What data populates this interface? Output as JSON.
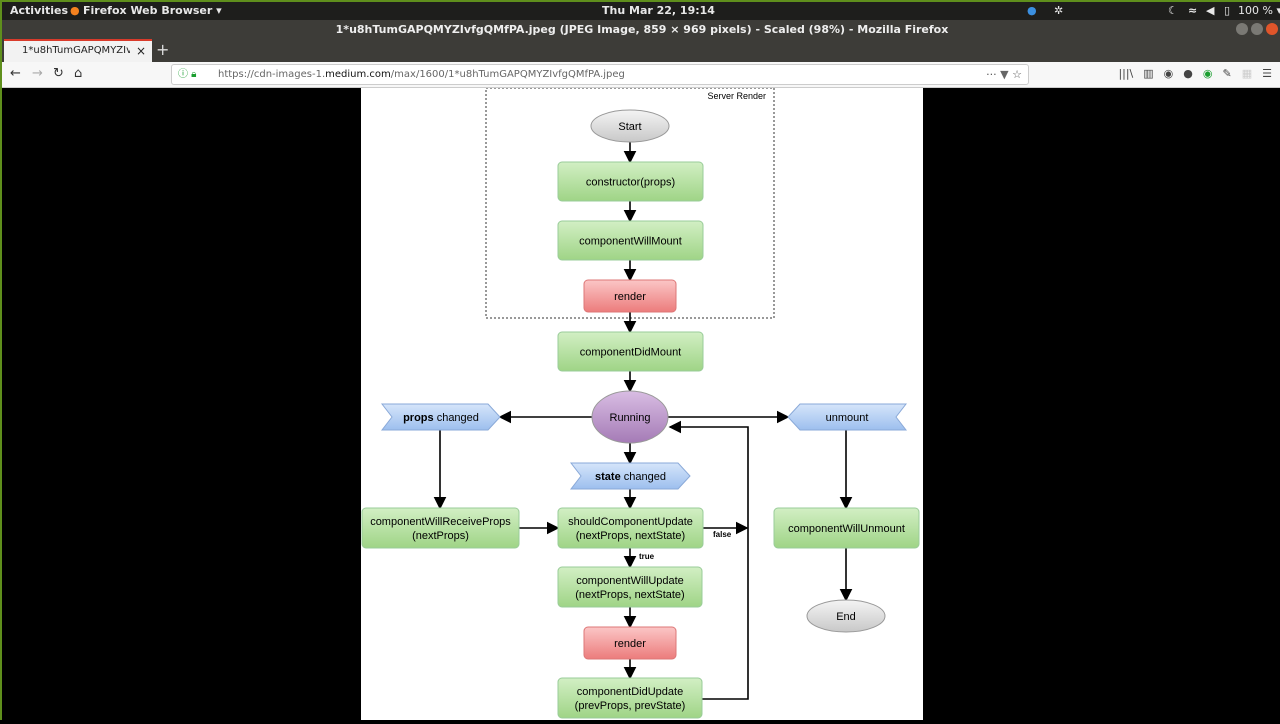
{
  "system_bar": {
    "activities": "Activities",
    "app_menu": "Firefox Web Browser ▾",
    "clock": "Thu Mar 22, 19:14",
    "battery": "100 % ▾"
  },
  "window": {
    "title": "1*u8hTumGAPQMYZIvfgQMfPA.jpeg (JPEG Image, 859 × 969 pixels) - Scaled (98%) - Mozilla Firefox"
  },
  "tab": {
    "label": "1*u8hTumGAPQMYZIvfgQMfPA.jpeg",
    "close": "×",
    "new_tab": "+"
  },
  "nav": {
    "back": "←",
    "forward": "→",
    "reload": "↻",
    "home": "⌂",
    "url_prefix": "https://cdn-images-1.",
    "url_domain": "medium.com",
    "url_path": "/max/1600/1*u8hTumGAPQMYZIvfgQMfPA.jpeg",
    "more": "···",
    "bookmark": "☆",
    "menu": "☰"
  },
  "diagram": {
    "group_label": "Server Render",
    "colors": {
      "green": "#a7d98c",
      "red": "#f08a8a",
      "blue": "#a9c7ef",
      "purple": "#b58cc4",
      "gray": "#dcdcdc"
    },
    "nodes": [
      {
        "id": "start",
        "label": "Start",
        "shape": "ellipse",
        "color": "gray"
      },
      {
        "id": "constructor",
        "label": "constructor(props)",
        "shape": "rect",
        "color": "green"
      },
      {
        "id": "cwm",
        "label": "componentWillMount",
        "shape": "rect",
        "color": "green"
      },
      {
        "id": "render1",
        "label": "render",
        "shape": "rect",
        "color": "red"
      },
      {
        "id": "cdm",
        "label": "componentDidMount",
        "shape": "rect",
        "color": "green"
      },
      {
        "id": "running",
        "label": "Running",
        "shape": "ellipse",
        "color": "purple"
      },
      {
        "id": "props",
        "label_bold": "props",
        "label": " changed",
        "shape": "flag",
        "color": "blue"
      },
      {
        "id": "unmount",
        "label": "unmount",
        "shape": "flag",
        "color": "blue"
      },
      {
        "id": "state",
        "label_bold": "state",
        "label": " changed",
        "shape": "flag",
        "color": "blue"
      },
      {
        "id": "cwrp",
        "label": "componentWillReceiveProps",
        "label2": "(nextProps)",
        "shape": "rect",
        "color": "green"
      },
      {
        "id": "scu",
        "label": "shouldComponentUpdate",
        "label2": "(nextProps, nextState)",
        "shape": "rect",
        "color": "green"
      },
      {
        "id": "cwun",
        "label": "componentWillUnmount",
        "shape": "rect",
        "color": "green"
      },
      {
        "id": "cwu",
        "label": "componentWillUpdate",
        "label2": "(nextProps, nextState)",
        "shape": "rect",
        "color": "green"
      },
      {
        "id": "render2",
        "label": "render",
        "shape": "rect",
        "color": "red"
      },
      {
        "id": "cdu",
        "label": "componentDidUpdate",
        "label2": "(prevProps, prevState)",
        "shape": "rect",
        "color": "green"
      },
      {
        "id": "end",
        "label": "End",
        "shape": "ellipse",
        "color": "gray"
      }
    ],
    "edge_labels": {
      "false": "false",
      "true": "true"
    }
  }
}
